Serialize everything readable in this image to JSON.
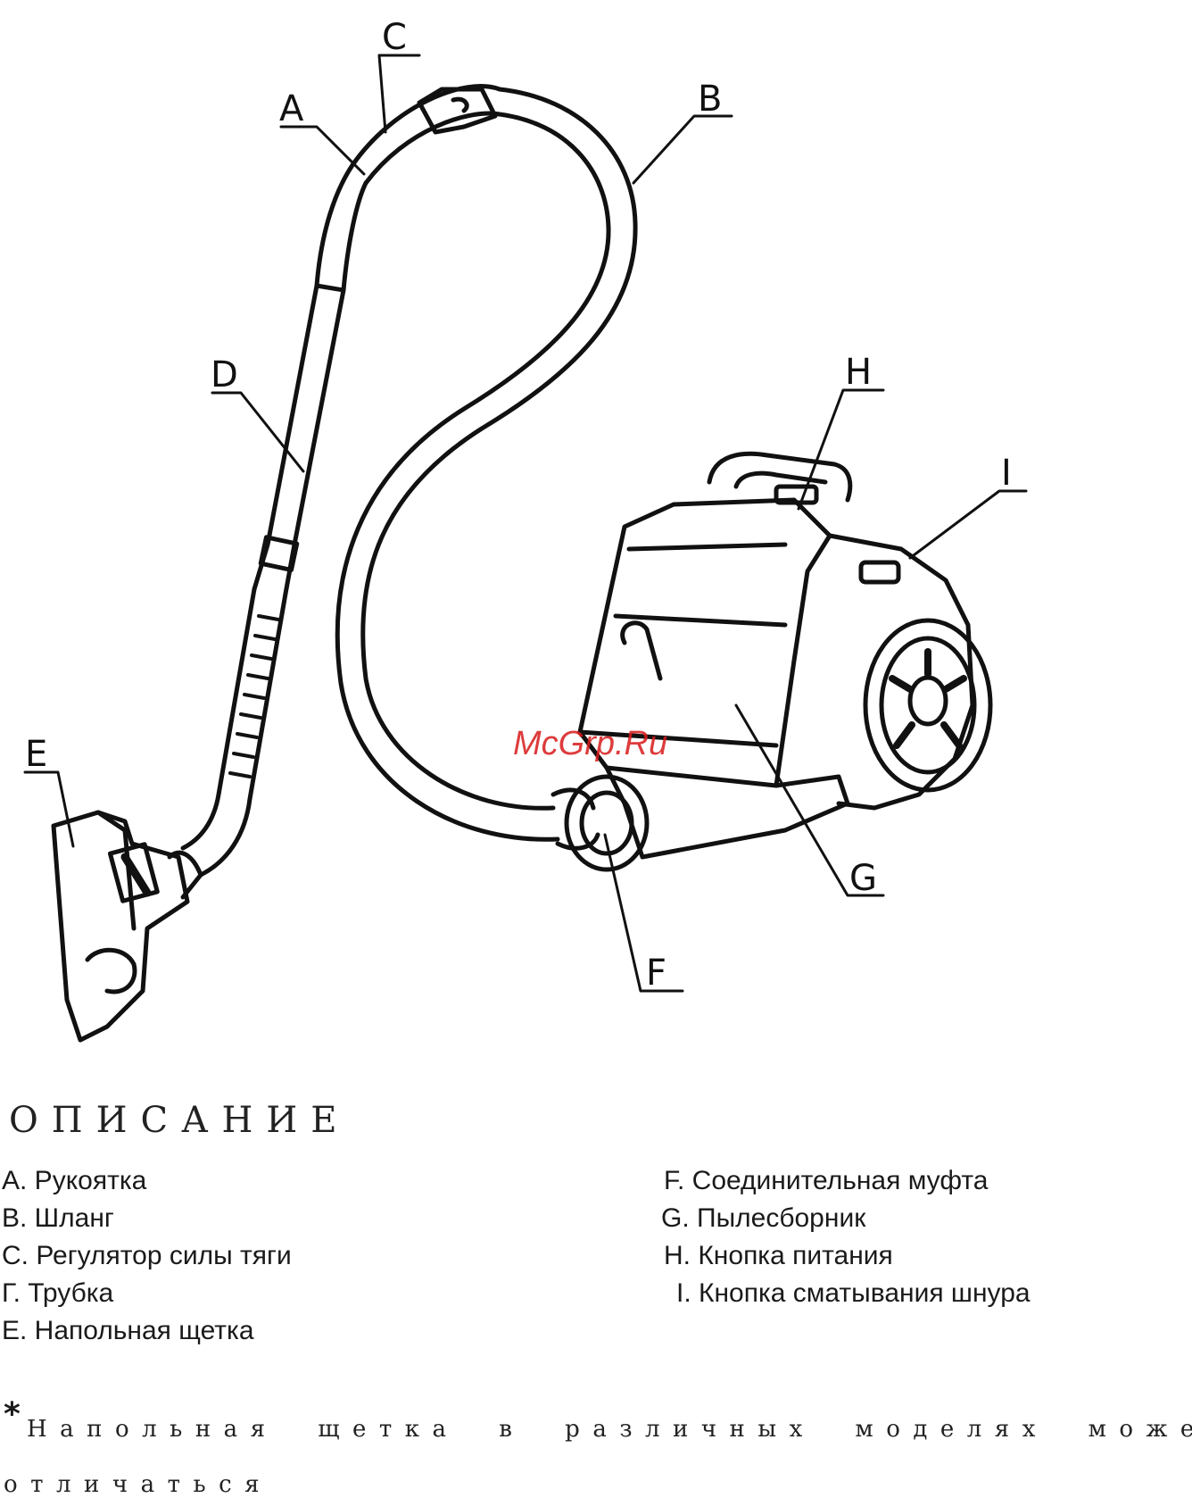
{
  "diagram": {
    "labels": {
      "a": "A",
      "b": "B",
      "c": "C",
      "d": "D",
      "e": "E",
      "f": "F",
      "g": "G",
      "h": "H",
      "i": "I"
    },
    "watermark": "McGrp.Ru"
  },
  "section": {
    "title": "ОПИСАНИЕ"
  },
  "parts_left": [
    "A. Рукоятка",
    "B. Шланг",
    "C. Регулятор силы тяги",
    "Г. Трубка",
    "E. Напольная щетка"
  ],
  "parts_right": [
    "F. Соединительная муфта",
    "G. Пылесборник",
    "H. Кнопка питания",
    "I. Кнопка сматывания шнура"
  ],
  "note": {
    "star": "*",
    "line1": "Напольная щетка в различных моделях может",
    "line2": "отличаться"
  }
}
